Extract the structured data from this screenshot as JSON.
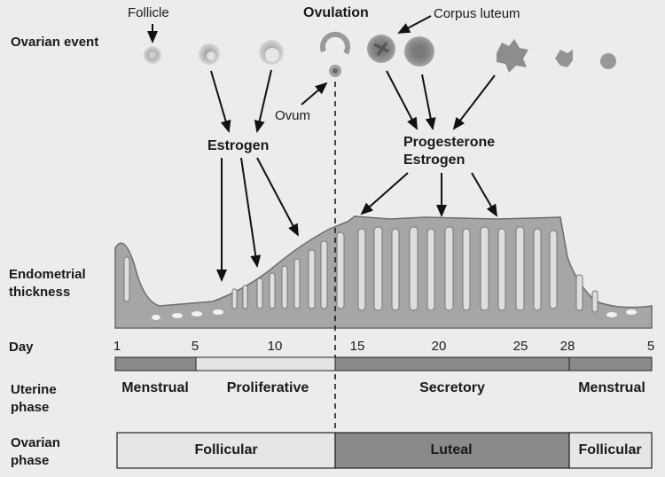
{
  "labels": {
    "ovarian_event": "Ovarian event",
    "endometrial_thickness": "Endometrial thickness",
    "day": "Day",
    "uterine_phase": "Uterine phase",
    "ovarian_phase": "Ovarian phase",
    "follicle": "Follicle",
    "ovulation": "Ovulation",
    "corpus_luteum": "Corpus luteum",
    "ovum": "Ovum",
    "estrogen": "Estrogen",
    "progesterone": "Progesterone",
    "estrogen2": "Estrogen"
  },
  "days": [
    "1",
    "5",
    "10",
    "15",
    "20",
    "25",
    "28",
    "5"
  ],
  "uterine_phases": [
    "Menstrual",
    "Proliferative",
    "Secretory",
    "Menstrual"
  ],
  "ovarian_phases": [
    "Follicular",
    "Luteal",
    "Follicular"
  ],
  "colors": {
    "dark_fill": "#8a8a8a",
    "light_fill": "#e4e4e4",
    "tissue": "#a9a9a9",
    "tissue_light": "#d6d6d6"
  }
}
